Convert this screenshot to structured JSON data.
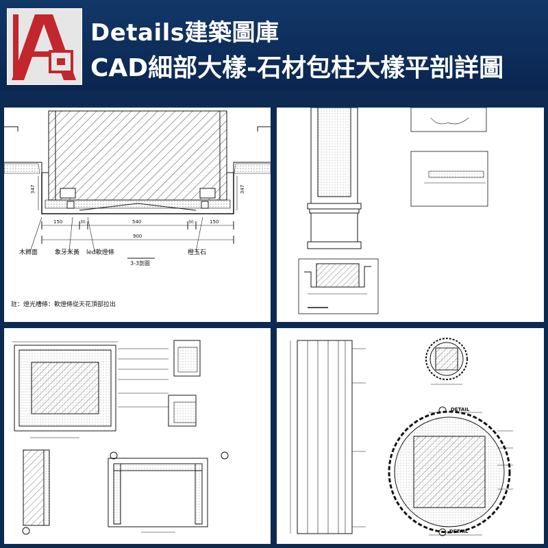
{
  "header": {
    "title_line1": "Details建築圖庫",
    "title_line2": "CAD細部大樣-石材包柱大樣平剖詳圖"
  },
  "panel1": {
    "dim_left": "347",
    "dim_right": "347",
    "dims_top": [
      "150",
      "30",
      "540",
      "30",
      "150"
    ],
    "dim_total": "900",
    "labels": [
      "木飾面",
      "象牙米黃",
      "led軟燈條",
      "橙玉石"
    ],
    "section_title": "3-3剖面",
    "note": "註：燈光槽條：軟燈條從天花頂部拉出"
  },
  "panel4": {
    "detail_top": "DETAIL",
    "detail_bottom": "DETAIL"
  },
  "colors": {
    "header_bg": "#0d2a52",
    "logo_red": "#c1272d",
    "drawing_ink": "#111111"
  }
}
